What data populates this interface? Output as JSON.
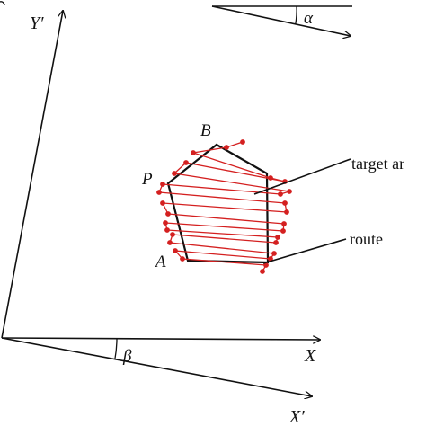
{
  "labels": {
    "y_prime": "Y′",
    "x": "X",
    "x_prime": "X′",
    "alpha": "α",
    "beta": "β",
    "point_a": "A",
    "point_b": "B",
    "point_p": "P",
    "target_area": "target ar",
    "route": "route"
  },
  "colors": {
    "ink": "#111111",
    "route": "#d42020",
    "background": "#ffffff"
  }
}
